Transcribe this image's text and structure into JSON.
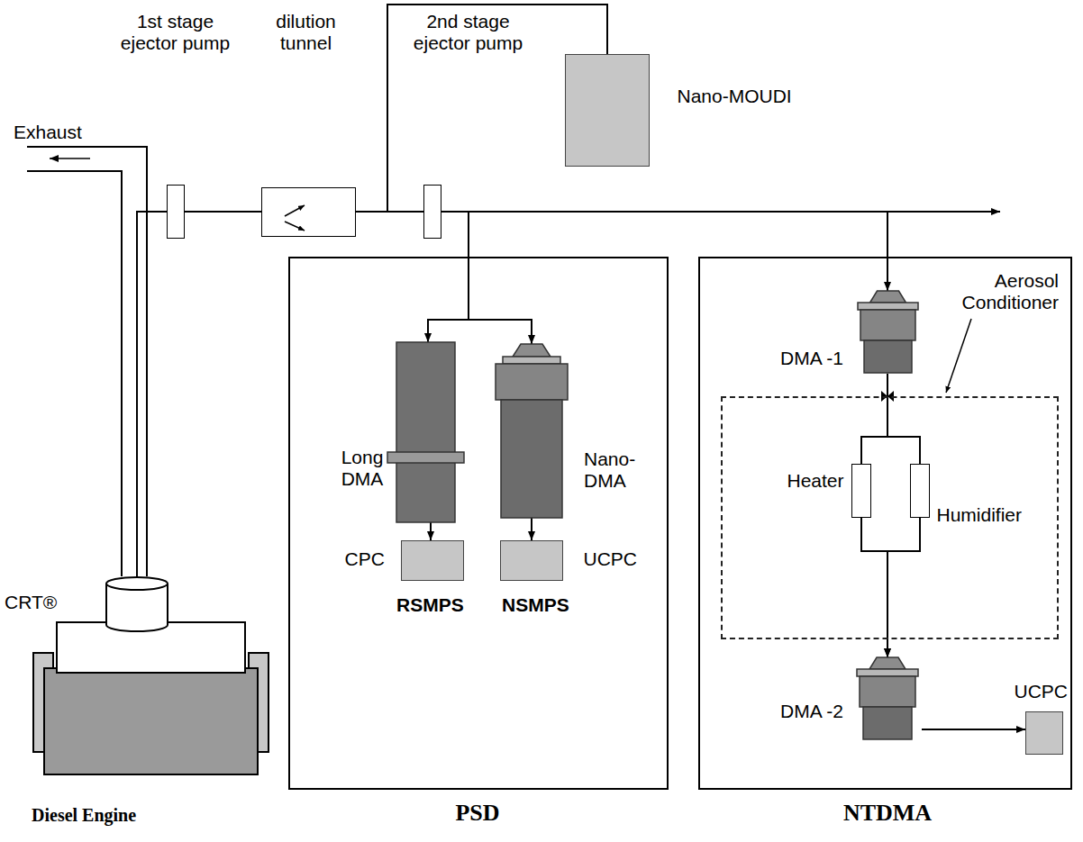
{
  "diagram": {
    "nodes": [
      {
        "text": [
          "Diesel Engine"
        ]
      },
      {
        "text": [
          "CRT®"
        ]
      },
      {
        "text": [
          "1st stage ejector pump"
        ]
      },
      {
        "text": [
          "dilution tunnel"
        ]
      },
      {
        "text": [
          "Nano-MOUDI"
        ]
      },
      {
        "text": [
          "2nd stage ejector pump"
        ]
      },
      {
        "text": [
          "PSD"
        ]
      },
      {
        "text": [
          "Long DMA"
        ],
        "in": 6
      },
      {
        "text": [
          "Nano- DMA"
        ],
        "in": 6
      },
      {
        "text": [
          "CPC"
        ],
        "in": 6
      },
      {
        "text": [
          "UCPC"
        ],
        "in": 6
      },
      {
        "text": [
          "NTDMA"
        ]
      },
      {
        "text": [
          "DMA -1"
        ],
        "in": 11
      },
      {
        "text": [
          "Aerosol Conditioner"
        ],
        "in": 11
      },
      {
        "text": [
          "Heater"
        ],
        "in": 13
      },
      {
        "text": [
          "Humidifier"
        ],
        "in": 13
      },
      {
        "text": [
          "DMA -2"
        ],
        "in": 11
      },
      {
        "text": [
          "UCPC"
        ],
        "in": 11
      }
    ],
    "edges": [
      {
        "from": 0,
        "to": 1,
        "arrow": "none"
      },
      {
        "from": 1,
        "to": 2,
        "arrow": "none"
      },
      {
        "from": 2,
        "to": 3,
        "arrow": "none"
      },
      {
        "from": 3,
        "to": 5,
        "arrow": "none"
      },
      {
        "from": 3,
        "to": 4,
        "arrow": "none"
      },
      {
        "from": 5,
        "to": 7,
        "arrow": "to"
      },
      {
        "from": 5,
        "to": 8,
        "arrow": "to"
      },
      {
        "from": 5,
        "to": 12,
        "arrow": "to"
      },
      {
        "from": 7,
        "to": 9,
        "arrow": "to"
      },
      {
        "from": 8,
        "to": 10,
        "arrow": "to"
      },
      {
        "from": 12,
        "to": 14,
        "arrow": "none"
      },
      {
        "from": 12,
        "to": 15,
        "arrow": "none"
      },
      {
        "from": 14,
        "to": 16,
        "arrow": "to"
      },
      {
        "from": 15,
        "to": 16,
        "arrow": "to"
      },
      {
        "from": 16,
        "to": 17,
        "arrow": "to"
      }
    ],
    "labels": [
      "Exhaust",
      "RSMPS",
      "NSMPS"
    ]
  }
}
